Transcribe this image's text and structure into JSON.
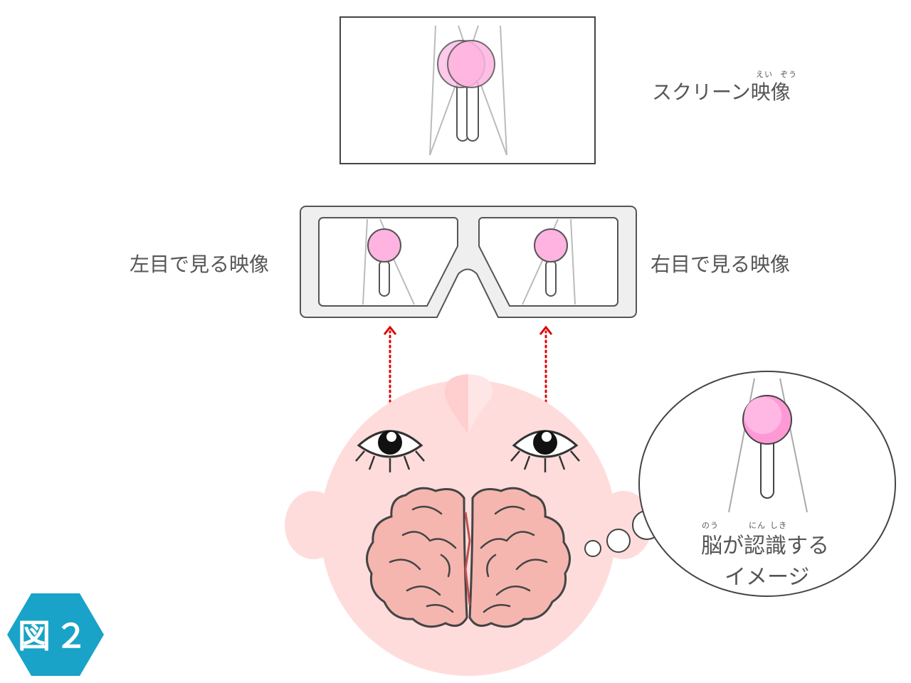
{
  "labels": {
    "screen": "スクリーン映像",
    "screen_ruby_ei": "えい",
    "screen_ruby_zou": "ぞう",
    "left_eye": "左目で見る映像",
    "right_eye": "右目で見る映像",
    "brain_line1": "脳が認識する",
    "brain_line2": "イメージ",
    "brain_ruby_nou": "のう",
    "brain_ruby_nin": "にん",
    "brain_ruby_shiki": "しき",
    "figure": "図２"
  },
  "colors": {
    "badge": "#19a3c8",
    "ball": "#ffb3e0",
    "face": "#ffdcdc",
    "brain": "#f5b6b0",
    "arrow": "#e00000",
    "glasses": "#efefef"
  }
}
